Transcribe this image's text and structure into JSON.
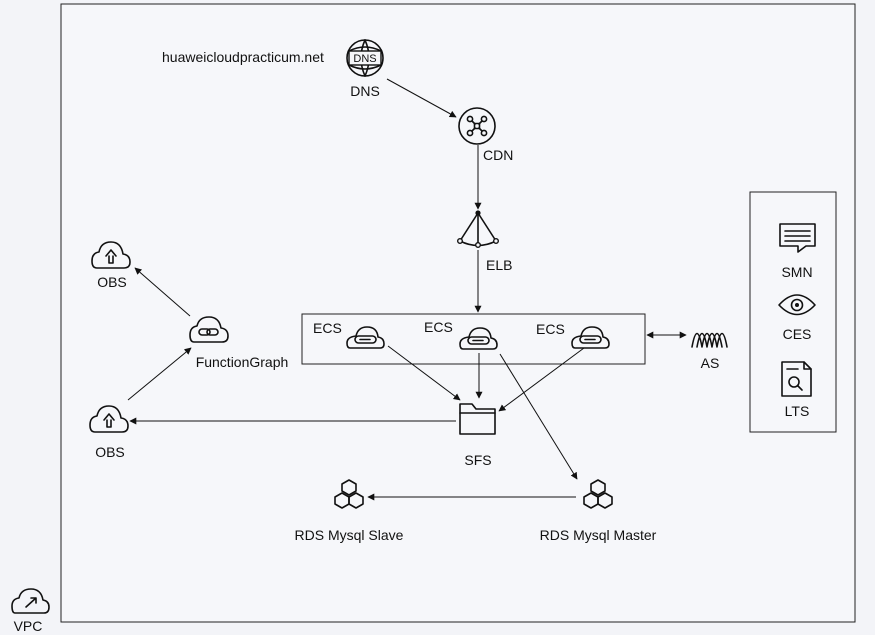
{
  "diagram": {
    "vpc_label": "VPC",
    "domain_text": "huaweicloudpracticum.net",
    "dns_badge": "DNS",
    "nodes": {
      "dns": "DNS",
      "cdn": "CDN",
      "elb": "ELB",
      "ecs_1": "ECS",
      "ecs_2": "ECS",
      "ecs_3": "ECS",
      "as": "AS",
      "sfs": "SFS",
      "obs_top": "OBS",
      "obs_bottom": "OBS",
      "functiongraph": "FunctionGraph",
      "rds_master": "RDS Mysql Master",
      "rds_slave": "RDS Mysql Slave"
    },
    "monitoring": {
      "smn": "SMN",
      "ces": "CES",
      "lts": "LTS"
    },
    "edges": [
      {
        "from": "dns",
        "to": "cdn"
      },
      {
        "from": "cdn",
        "to": "elb"
      },
      {
        "from": "elb",
        "to": "ecs-group"
      },
      {
        "from": "ecs_1",
        "to": "sfs"
      },
      {
        "from": "ecs_2",
        "to": "sfs"
      },
      {
        "from": "ecs_3",
        "to": "sfs"
      },
      {
        "from": "ecs_2",
        "to": "rds_master"
      },
      {
        "from": "rds_master",
        "to": "rds_slave"
      },
      {
        "from": "sfs",
        "to": "obs_bottom"
      },
      {
        "from": "obs_bottom",
        "to": "functiongraph"
      },
      {
        "from": "functiongraph",
        "to": "obs_top"
      },
      {
        "from": "ecs-group",
        "to": "as",
        "bidirectional": true
      }
    ]
  }
}
